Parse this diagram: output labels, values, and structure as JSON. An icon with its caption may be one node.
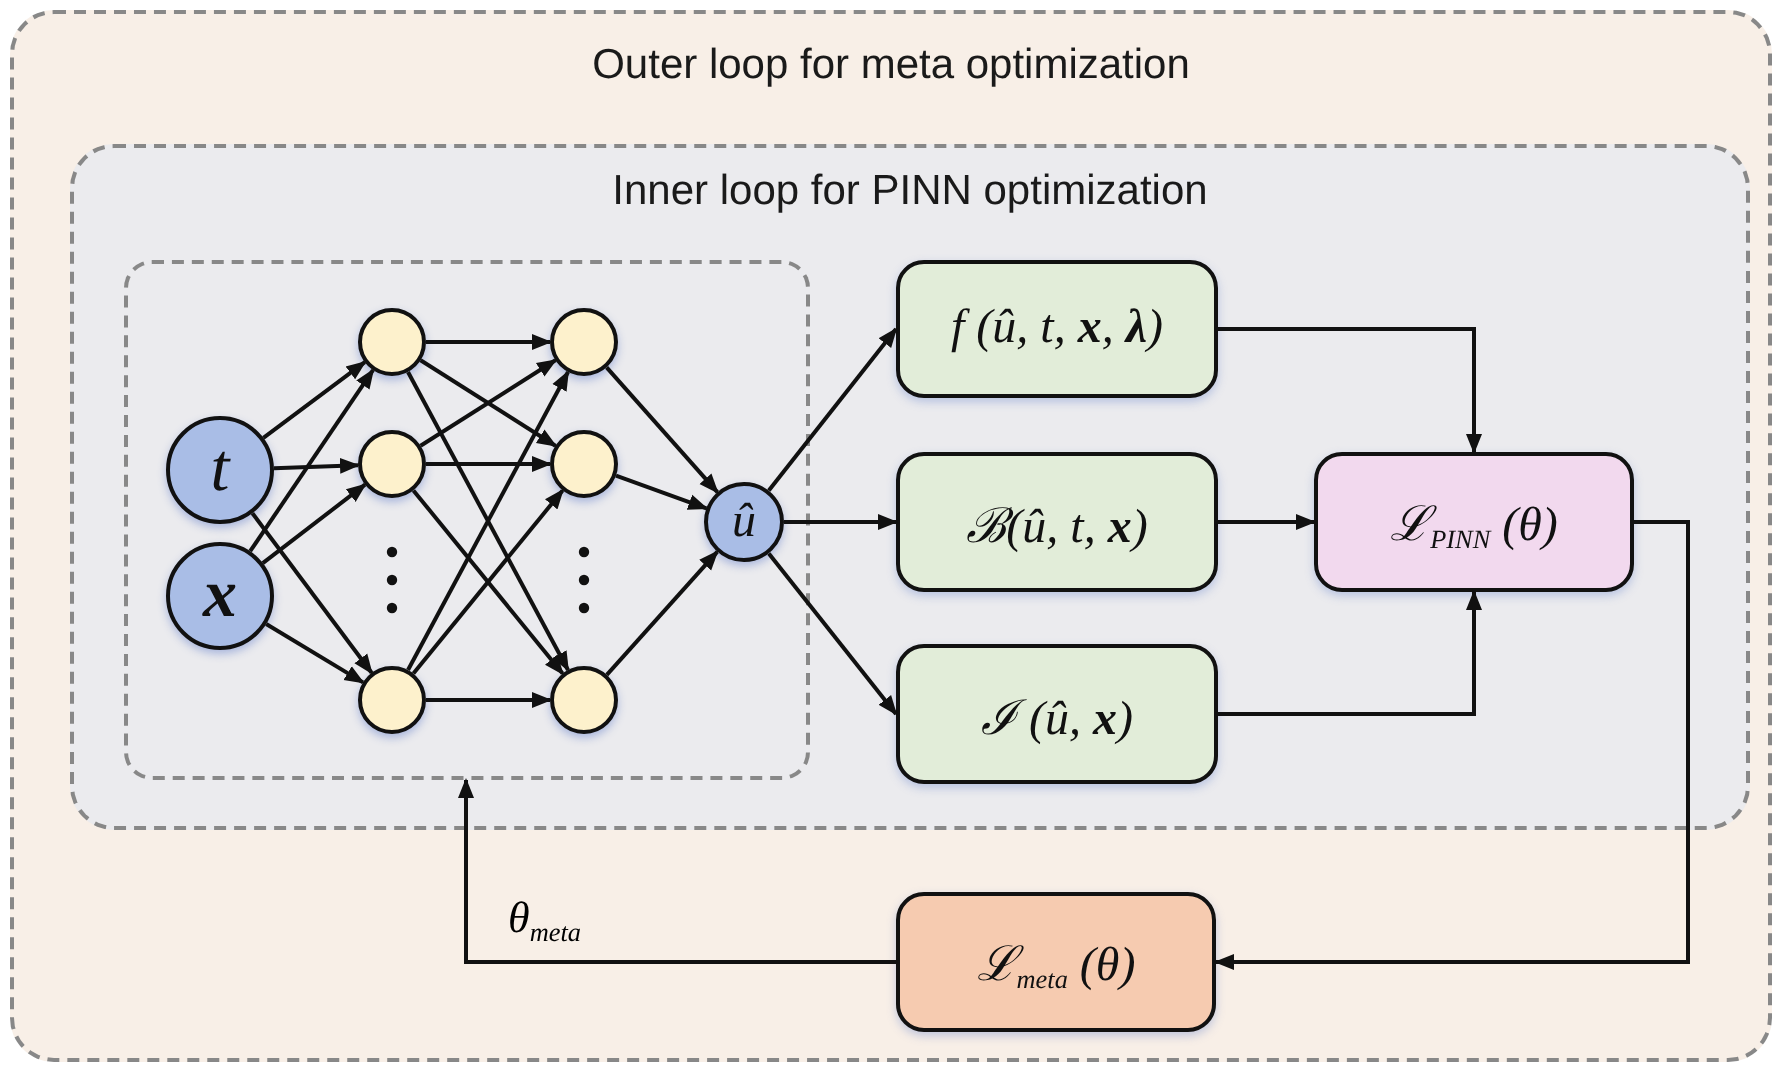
{
  "diagram": {
    "nodes": [
      {
        "text": [
          "Outer loop for meta optimization"
        ]
      },
      {
        "text": [
          "Inner loop for PINN optimization"
        ],
        "in": 0
      },
      {
        "text": [],
        "shape": "box",
        "in": 1
      },
      {
        "text": [
          "t"
        ],
        "in": 2
      },
      {
        "text": [
          "x"
        ],
        "in": 2
      },
      {
        "text": [],
        "shape": "circle",
        "in": 2
      },
      {
        "text": [],
        "shape": "circle",
        "in": 2
      },
      {
        "text": [],
        "shape": "circle",
        "in": 2
      },
      {
        "text": [],
        "shape": "circle",
        "in": 2
      },
      {
        "text": [],
        "shape": "circle",
        "in": 2
      },
      {
        "text": [],
        "shape": "circle",
        "in": 2
      },
      {
        "text": [
          "û"
        ],
        "in": 2
      },
      {
        "text": [
          "f (û, t, **x**, **λ**)"
        ],
        "in": 1
      },
      {
        "text": [
          "ℬ(û, t, **x**)"
        ],
        "in": 1
      },
      {
        "text": [
          "ℐ (û, **x**)"
        ],
        "in": 1
      },
      {
        "text": [
          "ℒ$_{PINN}$ (θ)"
        ],
        "in": 1
      },
      {
        "text": [
          "ℒ$_{meta}$ (θ)"
        ],
        "in": 0
      }
    ],
    "edges": [
      {
        "from": 3,
        "to": 5,
        "arrow": "to"
      },
      {
        "from": 3,
        "to": 6,
        "arrow": "to"
      },
      {
        "from": 3,
        "to": 7,
        "arrow": "to"
      },
      {
        "from": 4,
        "to": 5,
        "arrow": "to"
      },
      {
        "from": 4,
        "to": 6,
        "arrow": "to"
      },
      {
        "from": 4,
        "to": 7,
        "arrow": "to"
      },
      {
        "from": 5,
        "to": 8,
        "arrow": "to"
      },
      {
        "from": 5,
        "to": 9,
        "arrow": "to"
      },
      {
        "from": 5,
        "to": 10,
        "arrow": "to"
      },
      {
        "from": 6,
        "to": 8,
        "arrow": "to"
      },
      {
        "from": 6,
        "to": 9,
        "arrow": "to"
      },
      {
        "from": 6,
        "to": 10,
        "arrow": "to"
      },
      {
        "from": 7,
        "to": 8,
        "arrow": "to"
      },
      {
        "from": 7,
        "to": 9,
        "arrow": "to"
      },
      {
        "from": 7,
        "to": 10,
        "arrow": "to"
      },
      {
        "from": 8,
        "to": 11,
        "arrow": "to"
      },
      {
        "from": 9,
        "to": 11,
        "arrow": "to"
      },
      {
        "from": 10,
        "to": 11,
        "arrow": "to"
      },
      {
        "from": 11,
        "to": 12,
        "arrow": "to"
      },
      {
        "from": 11,
        "to": 13,
        "arrow": "to"
      },
      {
        "from": 11,
        "to": 14,
        "arrow": "to"
      },
      {
        "from": 12,
        "to": 15,
        "arrow": "to"
      },
      {
        "from": 13,
        "to": 15,
        "arrow": "to"
      },
      {
        "from": 14,
        "to": 15,
        "arrow": "to"
      },
      {
        "from": 15,
        "to": 16,
        "arrow": "to"
      },
      {
        "from": 16,
        "to": 2,
        "arrow": "to",
        "label": "θ$_{meta}$"
      }
    ]
  }
}
